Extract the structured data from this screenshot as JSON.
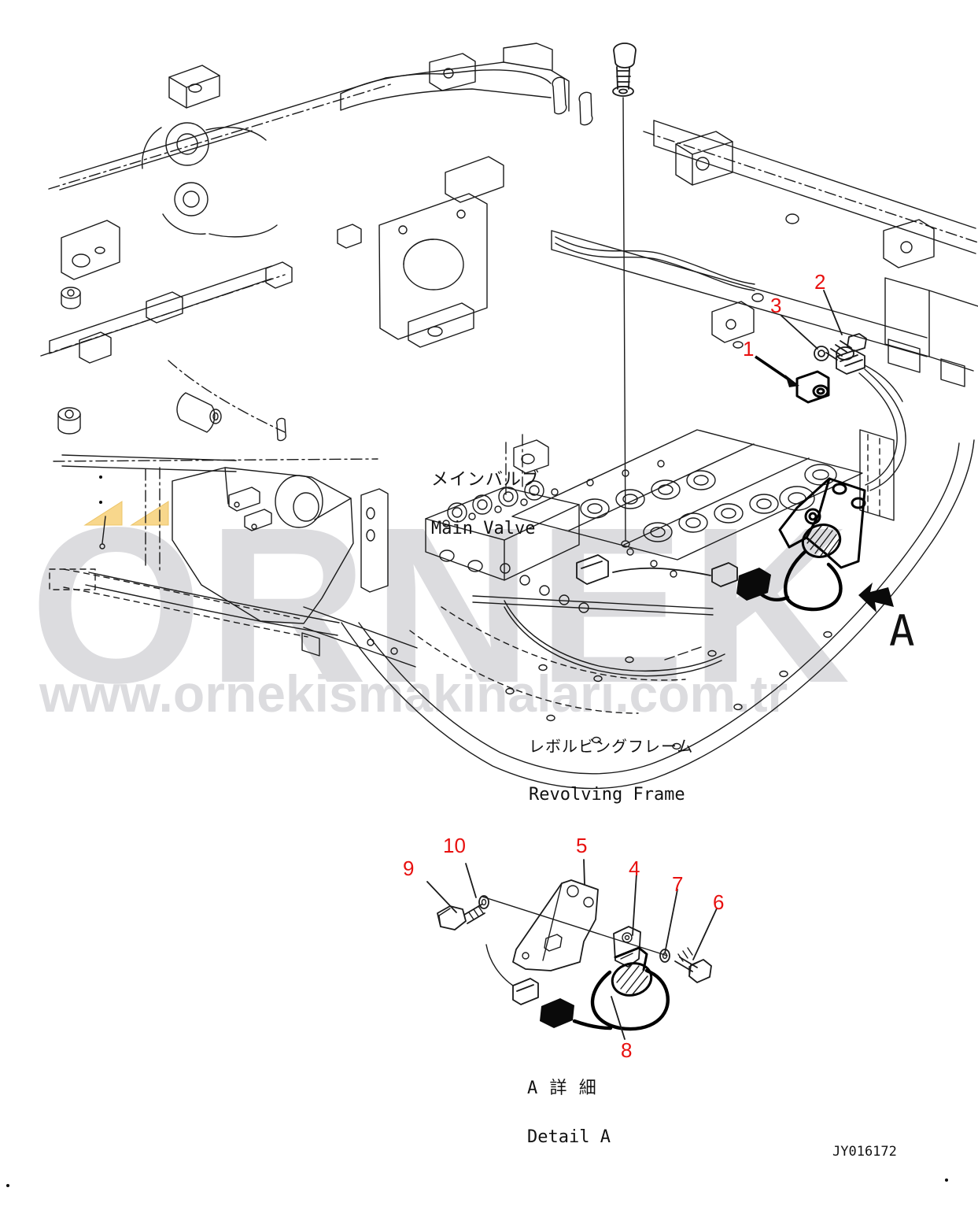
{
  "diagram": {
    "labels": {
      "main_valve_jp": "メインバルブ",
      "main_valve_en": "Main Valve",
      "revolving_frame_jp": "レボルビングフレーム",
      "revolving_frame_en": "Revolving Frame",
      "detail_jp": "A 詳 細",
      "detail_en": "Detail A",
      "view_arrow_label": "A",
      "drawing_number": "JY016172"
    },
    "callouts_main": [
      {
        "number": "1"
      },
      {
        "number": "2"
      },
      {
        "number": "3"
      }
    ],
    "callouts_detail": [
      {
        "number": "4"
      },
      {
        "number": "5"
      },
      {
        "number": "6"
      },
      {
        "number": "7"
      },
      {
        "number": "8"
      },
      {
        "number": "9"
      },
      {
        "number": "10"
      }
    ],
    "colors": {
      "callout_red": "#e8100f",
      "line_black": "#1a1a1a",
      "watermark_gray": "#dcdcdf",
      "triangle_yellow": "#f8d78c"
    }
  },
  "watermark": {
    "brand": "ORNEK",
    "url": "www.ornekismakinalari.com.tr"
  }
}
